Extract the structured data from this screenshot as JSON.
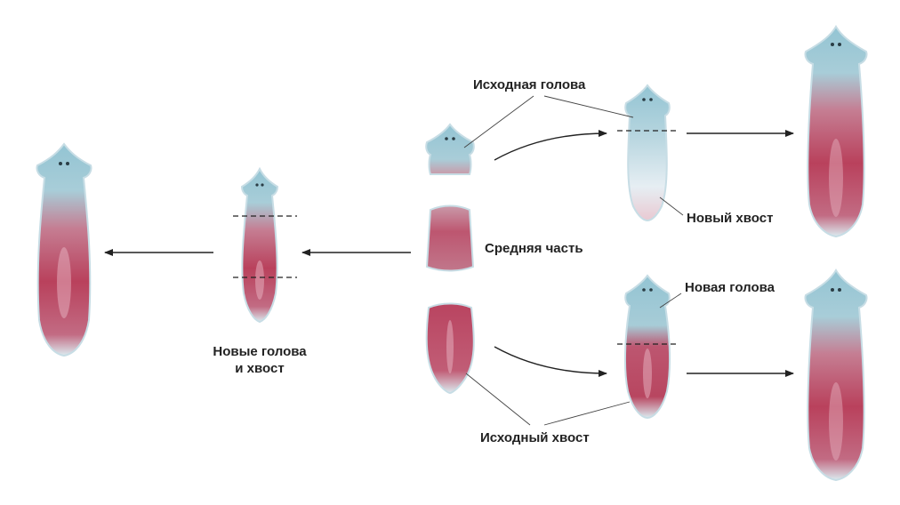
{
  "labels": {
    "original_head": "Исходная голова",
    "middle_part": "Средняя часть",
    "original_tail": "Исходный хвост",
    "new_tail": "Новый хвост",
    "new_head": "Новая голова",
    "new_head_and_tail_line1": "Новые голова",
    "new_head_and_tail_line2": "и хвост"
  },
  "colors": {
    "body_blue": "#9fcbd8",
    "body_blue_light": "#cfe6ee",
    "gut_red": "#b83a55",
    "outline": "#c7dde5",
    "arrow": "#222222",
    "cut_line": "#222222"
  }
}
